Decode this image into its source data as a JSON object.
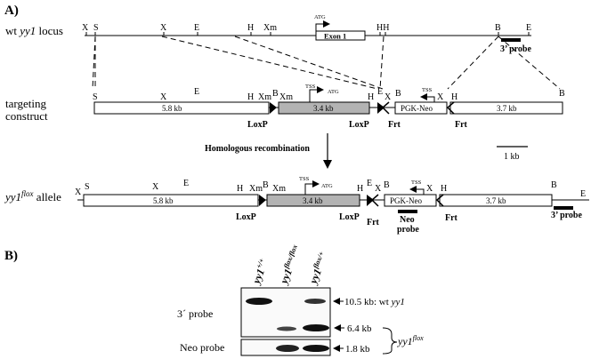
{
  "panel_a": {
    "label": "A)",
    "rows": {
      "wt": {
        "prefix": "wt ",
        "gene": "yy1",
        "suffix": " locus"
      },
      "targeting": {
        "line1": "targeting",
        "line2": "construct"
      },
      "allele": {
        "gene": "yy1",
        "sup": "flox",
        "suffix": " allele"
      }
    },
    "sites": {
      "X": "X",
      "S": "S",
      "E": "E",
      "H": "H",
      "Xm": "Xm",
      "B": "B",
      "HH": "HH"
    },
    "features": {
      "atg": "ATG",
      "tss": "TSS",
      "exon1": "Exon 1",
      "probe_3": "3’ probe",
      "neo_probe_l1": "Neo",
      "neo_probe_l2": "probe",
      "loxp": "LoxP",
      "frt": "Frt",
      "pgk_neo": "PGK-Neo",
      "box_5_8": "5.8 kb",
      "box_3_4": "3.4 kb",
      "box_3_7": "3.7 kb",
      "scale": "1 kb"
    },
    "recombination_label": "Homologous recombination"
  },
  "panel_b": {
    "label": "B)",
    "lanes": [
      {
        "gene": "yy1",
        "sup": "+/+"
      },
      {
        "gene": "yy1",
        "sup": "flox/flox"
      },
      {
        "gene": "yy1",
        "sup": "flox/+"
      }
    ],
    "probe_rows": [
      "3´ probe",
      "Neo probe"
    ],
    "bands": [
      {
        "size": "10.5 kb",
        "suffix": ": wt ",
        "gene": "yy1"
      },
      {
        "size": "6.4 kb"
      },
      {
        "size": "1.8 kb"
      }
    ],
    "bracket": {
      "gene": "yy1",
      "sup": "flox"
    }
  },
  "colors": {
    "line": "#000000",
    "insert_fill": "#b3b3b3",
    "box_fill": "#ffffff"
  }
}
